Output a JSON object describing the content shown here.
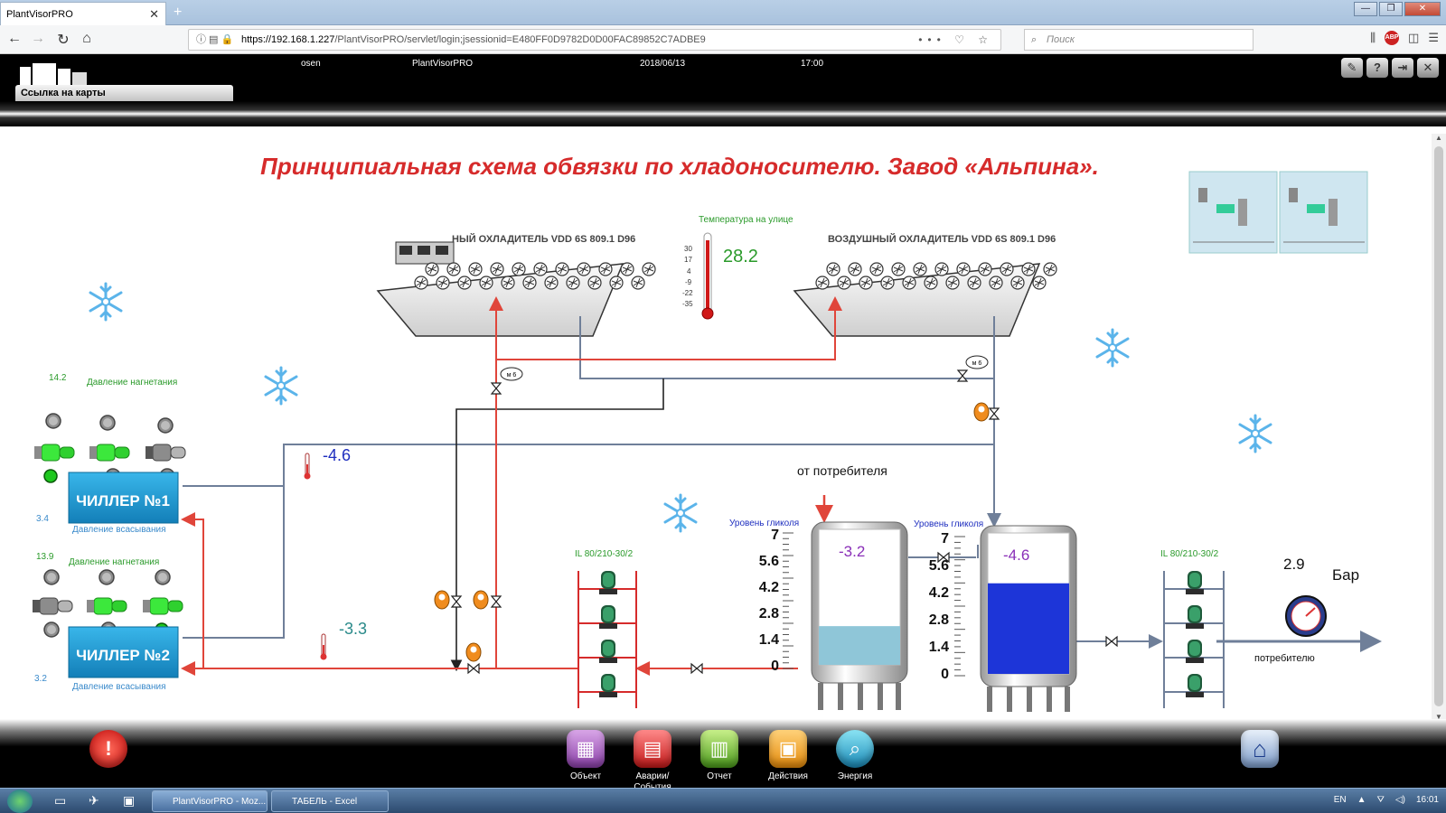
{
  "browser": {
    "tab_title": "PlantVisorPRO",
    "tab_close": "✕",
    "new_tab": "+",
    "url_host": "https://192.168.1.227",
    "url_path": "/PlantVisorPRO/servlet/login;jsessionid=E480FF0D9782D0D00FAC89852C7ADBE9",
    "search_placeholder": "Поиск",
    "win_minimize": "—",
    "win_maximize": "❐",
    "win_close": "✕"
  },
  "app_header": {
    "user": "osen",
    "app_name": "PlantVisorPRO",
    "date": "2018/06/13",
    "time": "17:00",
    "maps_link": "Ссылка на карты"
  },
  "diagram": {
    "title": "Принципиальная схема обвязки по хладоносителю. Завод «Альпина».",
    "cooler_left_label": "НЫЙ ОХЛАДИТЕЛЬ  VDD 6S 809.1 D96",
    "cooler_right_label": "ВОЗДУШНЫЙ ОХЛАДИТЕЛЬ  VDD 6S 809.1 D96",
    "outdoor_temp_label": "Температура на улице",
    "outdoor_temp_value": "28.2",
    "thermo_scale": [
      "30",
      "17",
      "4",
      "-9",
      "-22",
      "-35"
    ],
    "valve_tag": "м 6",
    "chiller1": {
      "name": "ЧИЛЛЕР №1",
      "discharge_label": "Давление нагнетания",
      "discharge_value": "14.2",
      "suction_label": "Давление всасывания",
      "suction_value": "3.4"
    },
    "chiller2": {
      "name": "ЧИЛЛЕР №2",
      "discharge_label": "Давление нагнетания",
      "discharge_value": "13.9",
      "suction_label": "Давление всасывания",
      "suction_value": "3.2"
    },
    "temp_line1": "-4.6",
    "temp_line2": "-3.3",
    "from_consumer": "от потребителя",
    "pump_group_left": "IL 80/210-30/2",
    "pump_group_right": "IL 80/210-30/2",
    "tank1": {
      "level_label": "Уровень гликоля",
      "temp": "-3.2",
      "scale": [
        "7",
        "5.6",
        "4.2",
        "2.8",
        "1.4",
        "0"
      ],
      "level": 2.0
    },
    "tank2": {
      "level_label": "Уровень гликоля",
      "temp": "-4.6",
      "scale": [
        "7",
        "5.6",
        "4.2",
        "2.8",
        "1.4",
        "0"
      ],
      "level": 4.5
    },
    "pressure_value": "2.9",
    "pressure_unit": "Бар",
    "to_consumer": "потребителю"
  },
  "bottom_nav": {
    "alarm_icon": "!",
    "object": "Объект",
    "alarms": "Аварии/ События",
    "report": "Отчет",
    "actions": "Действия",
    "energy": "Энергия",
    "home_icon": "⌂"
  },
  "taskbar": {
    "task1": "PlantVisorPRO - Moz...",
    "task2": "ТАБЕЛЬ - Excel",
    "lang": "EN",
    "clock": "16:01"
  },
  "colors": {
    "title_red": "#d62b2b",
    "pipe_red": "#e0453a",
    "pipe_gray": "#6f7f99",
    "chiller_blue": "#1aa0dc",
    "tank_glycol": "#1d35d8",
    "green_label": "#2a9a2a",
    "temp_blue": "#1f2fbf",
    "temp_violet": "#8a2fb8"
  }
}
